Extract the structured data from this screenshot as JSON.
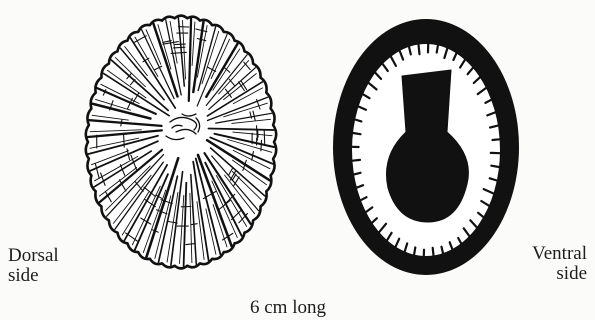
{
  "figure": {
    "dorsal_label": {
      "line1": "Dorsal",
      "line2": "side"
    },
    "ventral_label": {
      "line1": "Ventral",
      "line2": "side"
    },
    "scale_label": "6 cm long",
    "shells": {
      "dorsal": {
        "icon": "limpet-shell-dorsal-icon",
        "radiating_ribs": 46
      },
      "ventral": {
        "icon": "limpet-shell-ventral-icon",
        "marginal_teeth": 48
      }
    },
    "colors": {
      "ink": "#111111",
      "paper": "#fbfbf9",
      "shell_interior": "#ffffff"
    }
  }
}
